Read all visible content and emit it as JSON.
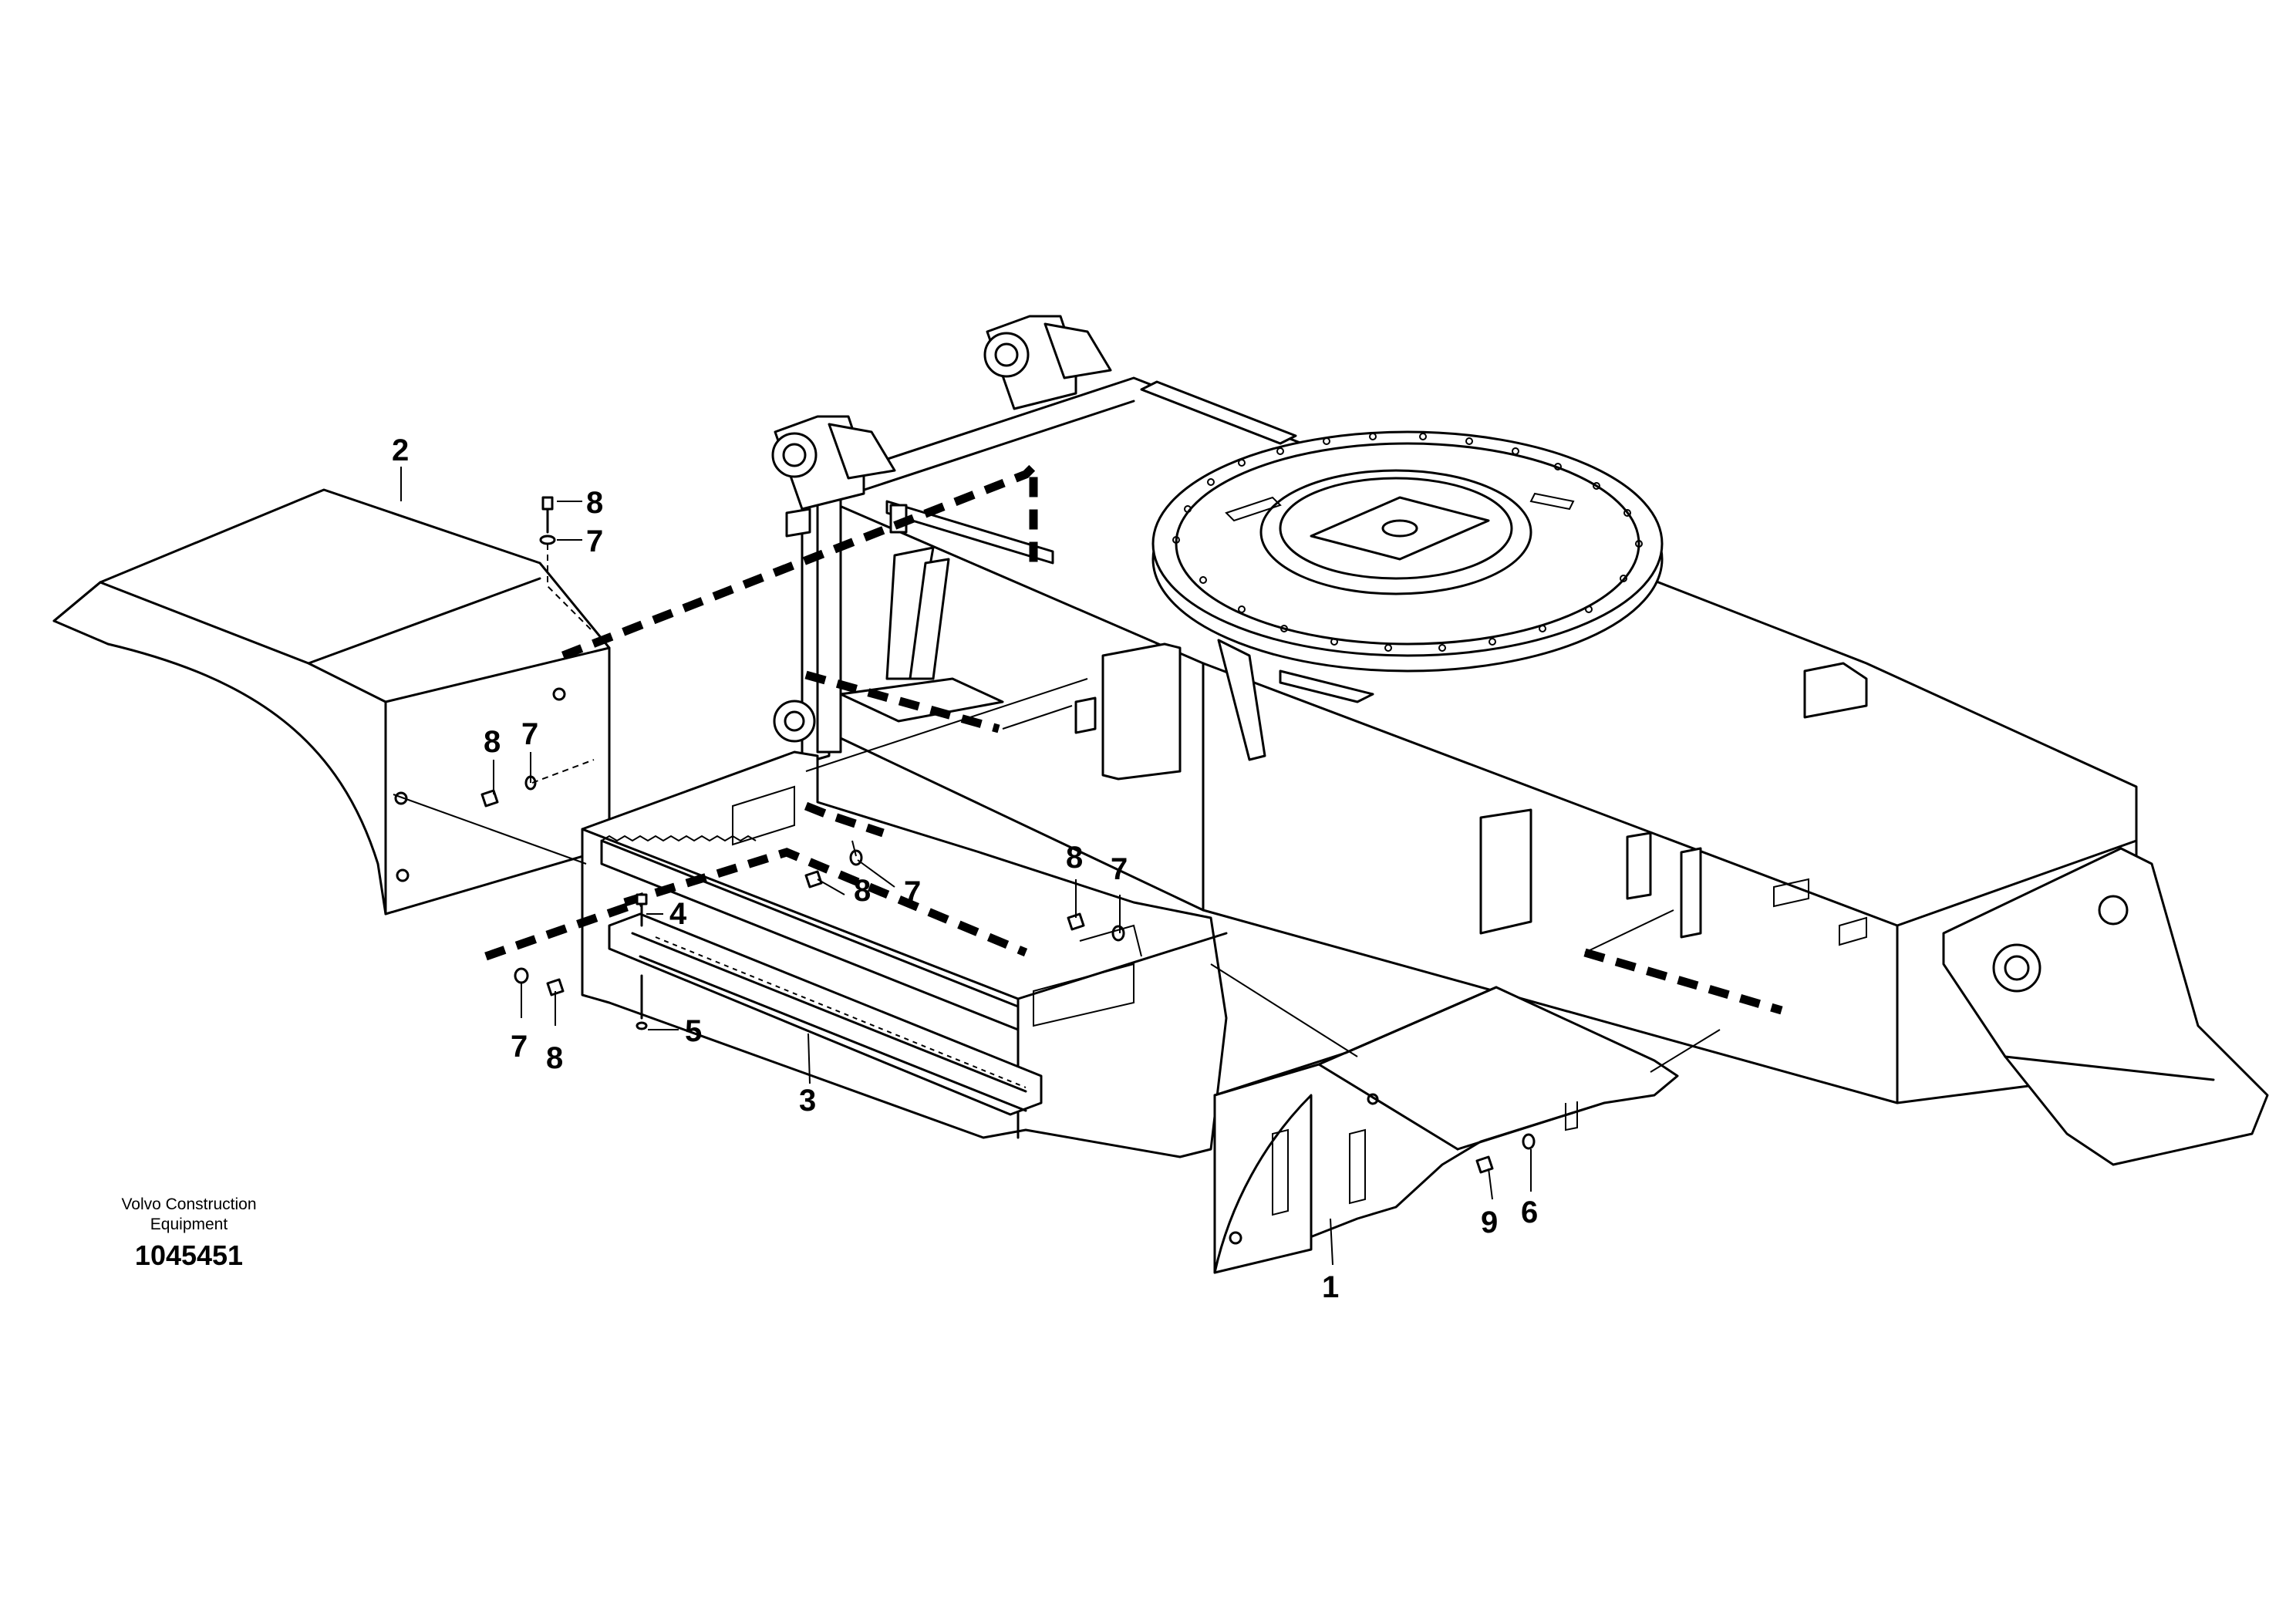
{
  "caption": {
    "line1": "Volvo Construction",
    "line2": "Equipment",
    "reference": "1045451"
  },
  "callouts": [
    {
      "id": "c1",
      "label": "1"
    },
    {
      "id": "c2",
      "label": "2"
    },
    {
      "id": "c3",
      "label": "3"
    },
    {
      "id": "c4",
      "label": "4"
    },
    {
      "id": "c5",
      "label": "5"
    },
    {
      "id": "c6",
      "label": "6"
    },
    {
      "id": "c7a",
      "label": "7"
    },
    {
      "id": "c7b",
      "label": "7"
    },
    {
      "id": "c7c",
      "label": "7"
    },
    {
      "id": "c7d",
      "label": "7"
    },
    {
      "id": "c7e",
      "label": "7"
    },
    {
      "id": "c8a",
      "label": "8"
    },
    {
      "id": "c8b",
      "label": "8"
    },
    {
      "id": "c8c",
      "label": "8"
    },
    {
      "id": "c8d",
      "label": "8"
    },
    {
      "id": "c8e",
      "label": "8"
    },
    {
      "id": "c9",
      "label": "9"
    }
  ]
}
